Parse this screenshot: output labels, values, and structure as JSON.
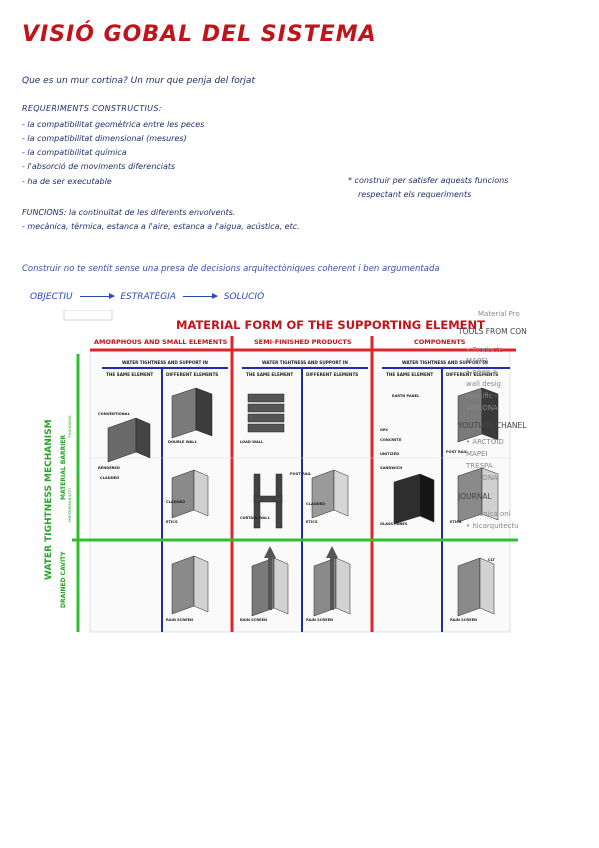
{
  "page": {
    "title": "VISIÓ GOBAL DEL SISTEMA",
    "question": "Que es un mur cortina? Un mur que penja del forjat",
    "requirements_heading": "REQUERIMENTS CONSTRUCTIUS:",
    "requirements": [
      "- la compatibilitat geomètrica entre les peces",
      "- la compatibilitat dimensional (mesures)",
      "- la compatibilitat química",
      "- l'absorció de moviments diferenciats",
      "- ha de ser executable"
    ],
    "note_lines": [
      "* construir per satisfer aquests funcions",
      "respectant els requeriments"
    ],
    "functions_heading": "FUNCIONS: la continuïtat de les diferents envolvents.",
    "functions_line": "- mecànica, tèrmica, estanca a l'aire, estanca a l'aigua, acústica, etc.",
    "build_note": "Construir no te sentit sense una presa de decisions arquitectòniques coherent i ben argumentada",
    "flow": {
      "step1": "OBJECTIU",
      "step2": "ESTRATÈGIA",
      "step3": "SOLUCIÓ"
    }
  },
  "figure": {
    "title": "MATERIAL FORM OF THE SUPPORTING ELEMENT",
    "columns": [
      "AMORPHOUS AND SMALL ELEMENTS",
      "SEMI-FINISHED PRODUCTS",
      "COMPONENTS"
    ],
    "sub_header": "WATER TIGHTNESS AND SUPPORT IN",
    "sub_same": "THE SAME ELEMENT",
    "sub_diff": "DIFFERENT ELEMENTS",
    "row_axis_label": "WATER TIGHTNESS MECHANISM",
    "row1_label": "MATERIAL BARRIER",
    "row1_sub": "THICKNESS",
    "row1_sub2": "IMPERMEABILITY",
    "row2_label": "DRAINED CAVITY",
    "element_labels": {
      "conventional": "CONVENTIONAL",
      "rendered": "RENDERED",
      "cladded": "CLADDED",
      "double_wall": "DOUBLE WALL",
      "cladded2": "CLADDED",
      "etics": "ETICS",
      "rain_screen": "RAIN SCREEN",
      "load_wall": "LOAD WALL",
      "curtain_wall": "CURTAIN WALL",
      "post_rail": "POST RAIL",
      "cladded3": "CLADDED",
      "etics2": "ETICS",
      "rain_screen2": "RAIN SCREEN",
      "rain_screen3": "RAIN SCREEN",
      "earth_panel": "EARTH PANEL",
      "grc": "GRC",
      "concrete": "CONCRETE",
      "unitized": "UNITIZED",
      "sandwich": "SANDWICH",
      "glass_panes": "GLASS PANES",
      "post_rail2": "POST RAIL",
      "clt": "CLT",
      "rain_screen4": "RAIN SCREEN",
      "etics3": "ETICS"
    }
  },
  "tools_overlay": {
    "heading": "TOOLS FROM CON",
    "items": [
      "• Producte",
      "  MAPEI",
      "• news  a",
      "  wall  desig",
      "  specific -",
      "  VISCONA",
      "YOUTUBE CHANEL",
      "• ARCTOID",
      "  MAPEI",
      "  TRESPA",
      "  VISCONA",
      "JOURNAL",
      "• tecnica onl",
      "• hicarquitectu"
    ],
    "partial_top": "Material Pro"
  },
  "colors": {
    "title_red": "#c0141b",
    "ink_blue": "#20306a",
    "line_red": "#e0252a",
    "line_blue": "#1e2ea8",
    "line_green": "#2fbf2f"
  }
}
